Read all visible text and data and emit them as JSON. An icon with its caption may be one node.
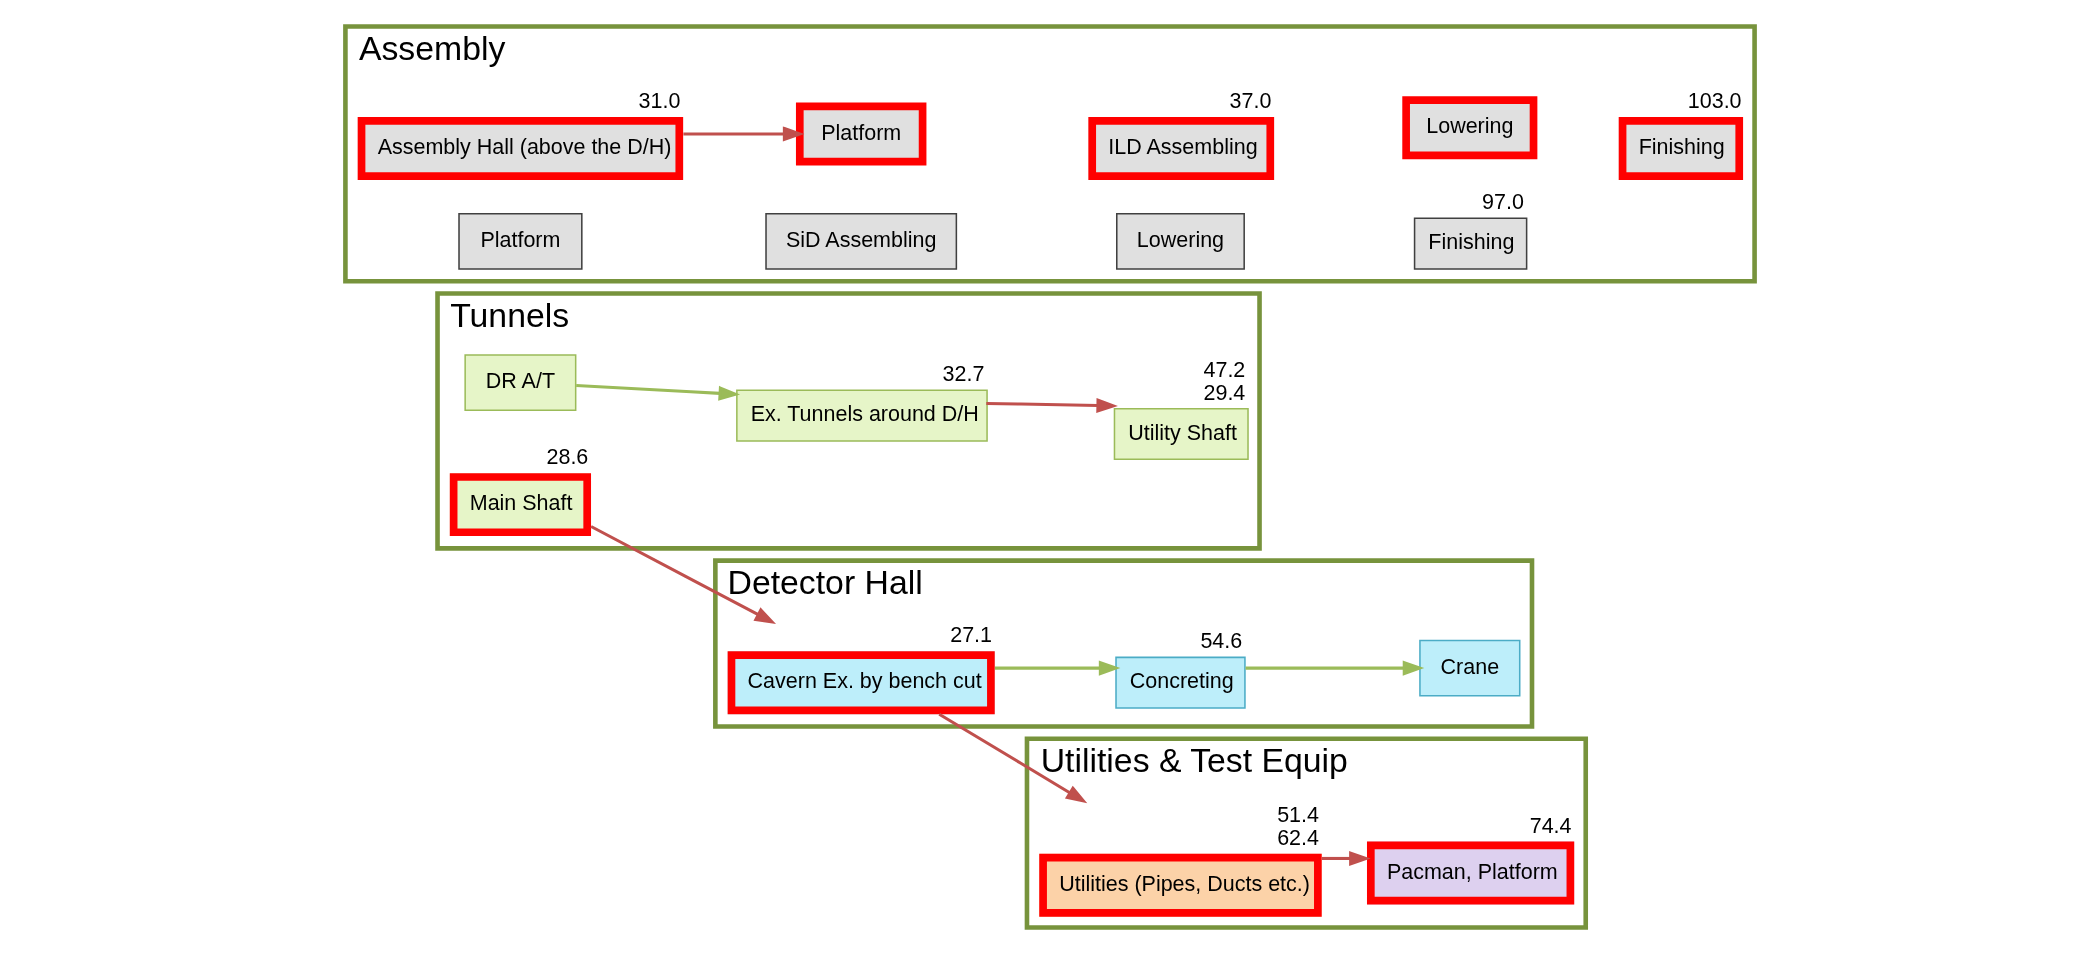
{
  "diagram": {
    "nodes": [
      {
        "text": [
          "Tunnels"
        ]
      },
      {
        "text": [
          "DR A/T"
        ],
        "in": 0
      },
      {
        "text": [
          "Ex. Tunnels around D/H"
        ],
        "in": 0,
        "beside": [
          "32.7"
        ]
      },
      {
        "text": [
          "Main Shaft"
        ],
        "in": 0,
        "beside": [
          "28.6"
        ]
      },
      {
        "text": [
          "Utility Shaft"
        ],
        "in": 0,
        "beside": [
          "47.2",
          "29.4"
        ]
      },
      {
        "text": [
          "Detector Hall"
        ]
      },
      {
        "text": [
          "Cavern Ex. by bench cut"
        ],
        "in": 5,
        "beside": [
          "27.1"
        ]
      },
      {
        "text": [
          "Concreting"
        ],
        "in": 5,
        "beside": [
          "54.6"
        ]
      },
      {
        "text": [
          "Crane"
        ],
        "in": 5
      },
      {
        "text": [
          "Utilities & Test Equip"
        ]
      },
      {
        "text": [
          "Utilities (Pipes, Ducts etc.)"
        ],
        "in": 9,
        "beside": [
          "51.4",
          "62.4"
        ]
      },
      {
        "text": [
          "Pacman, Platform"
        ],
        "in": 9,
        "beside": [
          "74.4"
        ]
      },
      {
        "text": [
          "Assembly"
        ]
      },
      {
        "text": [
          "Assembly Hall (above the D/H)"
        ],
        "in": 12,
        "beside": [
          "31.0"
        ]
      },
      {
        "text": [
          "Platform"
        ],
        "in": 12
      },
      {
        "text": [
          "ILD Assembling"
        ],
        "in": 12,
        "beside": [
          "37.0"
        ]
      },
      {
        "text": [
          "Lowering"
        ],
        "in": 12
      },
      {
        "text": [
          "Finishing"
        ],
        "in": 12,
        "beside": [
          "103.0"
        ]
      },
      {
        "text": [
          "Platform"
        ],
        "in": 12
      },
      {
        "text": [
          "SiD Assembling"
        ],
        "in": 12
      },
      {
        "text": [
          "Lowering"
        ],
        "in": 12
      },
      {
        "text": [
          "Finishing"
        ],
        "in": 12,
        "beside": [
          "97.0"
        ]
      }
    ],
    "edges": [
      {
        "from": 1,
        "to": 2,
        "arrow": "to",
        "color": "#9bbb59"
      },
      {
        "from": 2,
        "to": 4,
        "arrow": "to"
      },
      {
        "from": 3,
        "to": 6,
        "arrow": "to"
      },
      {
        "from": 6,
        "to": 7,
        "arrow": "to",
        "color": "#9bbb59"
      },
      {
        "from": 7,
        "to": 8,
        "arrow": "to",
        "color": "#9bbb59"
      },
      {
        "from": 6,
        "to": 10,
        "arrow": "to"
      },
      {
        "from": 10,
        "to": 11,
        "arrow": "to"
      },
      {
        "from": 13,
        "to": 14,
        "arrow": "to"
      }
    ]
  }
}
